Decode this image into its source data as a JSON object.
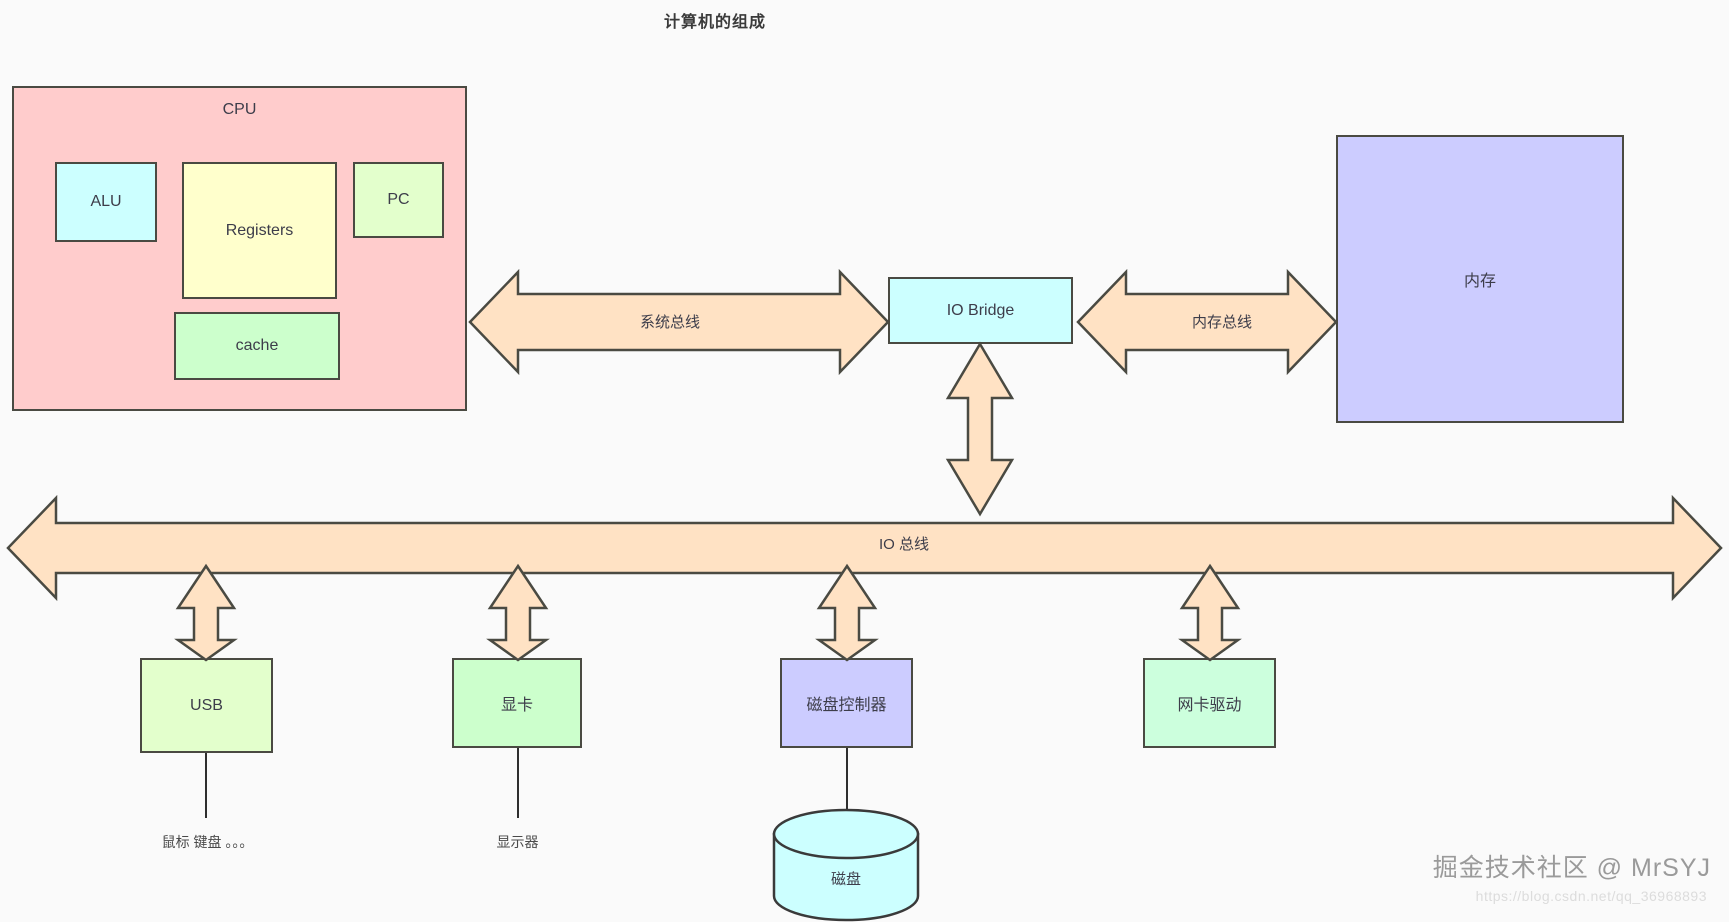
{
  "diagram": {
    "title": "计算机的组成",
    "cpu": {
      "label": "CPU",
      "color": "#ffcccc",
      "components": [
        {
          "label": "ALU",
          "color": "#ccffff"
        },
        {
          "label": "Registers",
          "color": "#ffffcc"
        },
        {
          "label": "PC",
          "color": "#e3ffcc"
        },
        {
          "label": "cache",
          "color": "#ccffcc"
        }
      ]
    },
    "io_bridge": {
      "label": "IO  Bridge",
      "color": "#ccffff"
    },
    "memory": {
      "label": "内存",
      "color": "#ccccff"
    },
    "buses": [
      {
        "name": "system-bus",
        "label": "系统总线",
        "color": "#ffe2c4"
      },
      {
        "name": "memory-bus",
        "label": "内存总线",
        "color": "#ffe2c4"
      },
      {
        "name": "io-bus",
        "label": "IO 总线",
        "color": "#ffe2c4"
      }
    ],
    "devices": [
      {
        "label": "USB",
        "color": "#e3ffcc",
        "sub": "鼠标 键盘 。。。"
      },
      {
        "label": "显卡",
        "color": "#ccffcc",
        "sub": "显示器"
      },
      {
        "label": "磁盘控制器",
        "color": "#ccccff",
        "sub": ""
      },
      {
        "label": "网卡驱动",
        "color": "#ccffdd",
        "sub": ""
      }
    ],
    "disk": {
      "label": "磁盘",
      "color": "#ccffff"
    }
  },
  "watermark": {
    "text": "掘金技术社区 @ MrSYJ",
    "url": "https://blog.csdn.net/qq_36968893"
  }
}
